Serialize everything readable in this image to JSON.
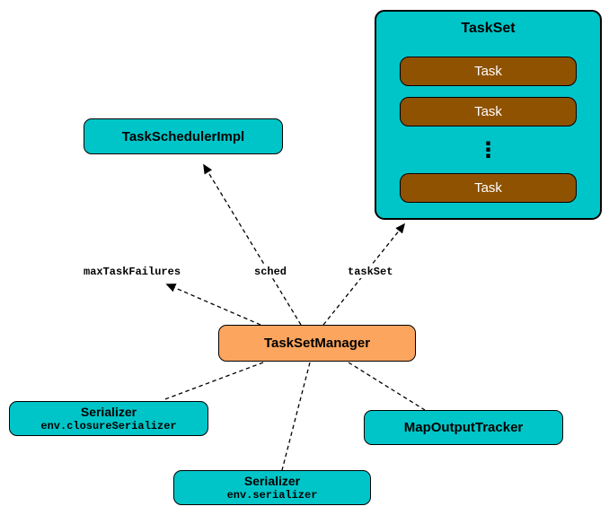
{
  "colors": {
    "teal": "#00c5c8",
    "brown": "#8f5200",
    "orange": "#fca55f",
    "border": "#000000",
    "white_text": "#ffffff"
  },
  "nodes": {
    "taskset": {
      "title": "TaskSet",
      "tasks": [
        "Task",
        "Task",
        "Task"
      ],
      "ellipsis": "⋮"
    },
    "task_scheduler_impl": {
      "title": "TaskSchedulerImpl"
    },
    "task_set_manager": {
      "title": "TaskSetManager"
    },
    "serializer_closure": {
      "title": "Serializer",
      "subtitle": "env.closureSerializer"
    },
    "serializer_env": {
      "title": "Serializer",
      "subtitle": "env.serializer"
    },
    "map_output_tracker": {
      "title": "MapOutputTracker"
    }
  },
  "edge_labels": {
    "max_task_failures": "maxTaskFailures",
    "sched": "sched",
    "task_set": "taskSet"
  }
}
